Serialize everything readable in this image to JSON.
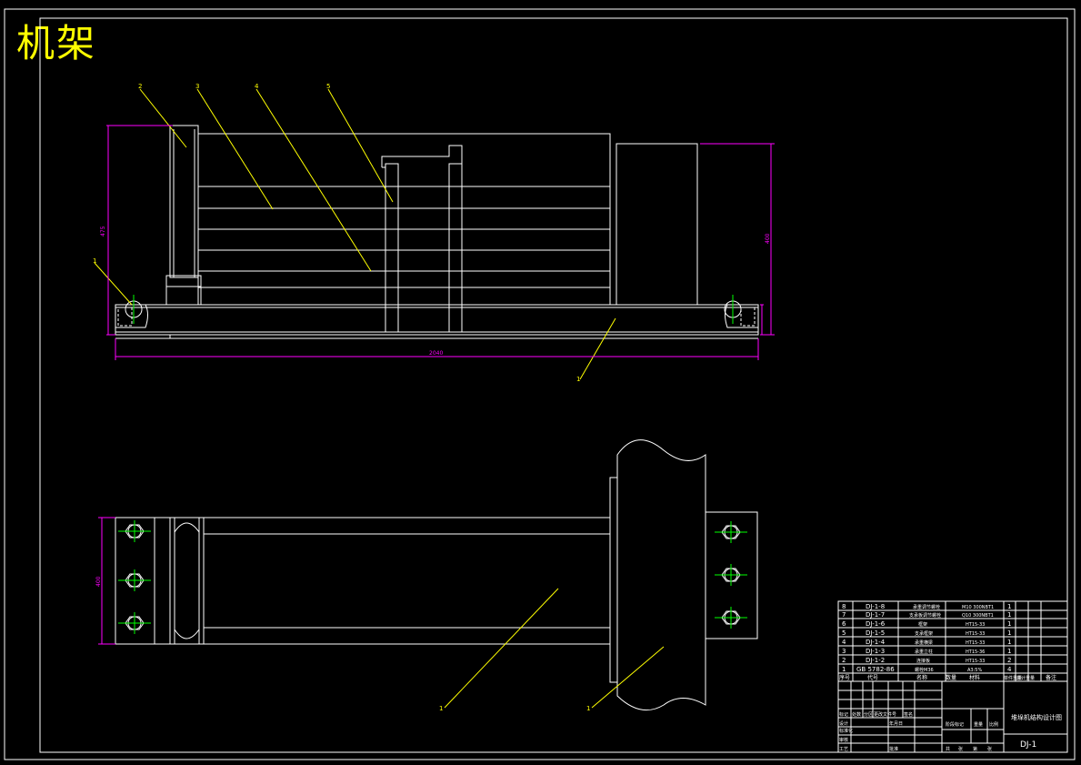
{
  "title": "机架",
  "colors": {
    "line": "#ffffff",
    "leader": "#ffff00",
    "dim": "#ff00ff",
    "center": "#00ff00",
    "bg": "#000000"
  },
  "front_view": {
    "balloons": [
      "2",
      "3",
      "4",
      "5",
      "1",
      "1"
    ],
    "dims": {
      "height_left": "475",
      "height_right": "400",
      "width": "2040"
    }
  },
  "plan_view": {
    "balloons": [
      "1",
      "1"
    ],
    "dims": {
      "height": "400"
    }
  },
  "bom": {
    "rows": [
      {
        "no": "8",
        "code": "DJ-1-8",
        "name": "承重调节螺栓",
        "material": "M10 300NBT1",
        "qty": "1"
      },
      {
        "no": "7",
        "code": "DJ-1-7",
        "name": "支承板调节螺栓",
        "material": "Q10 300NBT1",
        "qty": "1"
      },
      {
        "no": "6",
        "code": "DJ-1-6",
        "name": "框架",
        "material": "HT15-33",
        "qty": "1"
      },
      {
        "no": "5",
        "code": "DJ-1-5",
        "name": "支承框架",
        "material": "HT15-33",
        "qty": "1"
      },
      {
        "no": "4",
        "code": "DJ-1-4",
        "name": "承重横梁",
        "material": "HT15-33",
        "qty": "1"
      },
      {
        "no": "3",
        "code": "DJ-1-3",
        "name": "承重立柱",
        "material": "HT15-36",
        "qty": "1"
      },
      {
        "no": "2",
        "code": "DJ-1-2",
        "name": "连接板",
        "material": "HT15-33",
        "qty": "2"
      },
      {
        "no": "1",
        "code": "GB 5782-86",
        "name": "螺栓M36",
        "material": "A3:5%",
        "qty": "4"
      }
    ],
    "header": [
      "序号",
      "代号",
      "名称",
      "数量",
      "材料",
      "单件重量",
      "总计重量",
      "备注"
    ]
  },
  "title_block": {
    "drawing_title": "堆垛机结构设计图",
    "drawing_no": "DJ-1",
    "labels": [
      "标记",
      "处数",
      "分区",
      "更改文件号",
      "签名",
      "年月日",
      "设计",
      "标准化",
      "审核",
      "工艺",
      "批准",
      "阶段标记",
      "重量",
      "比例",
      "共",
      "张",
      "第",
      "张"
    ]
  }
}
